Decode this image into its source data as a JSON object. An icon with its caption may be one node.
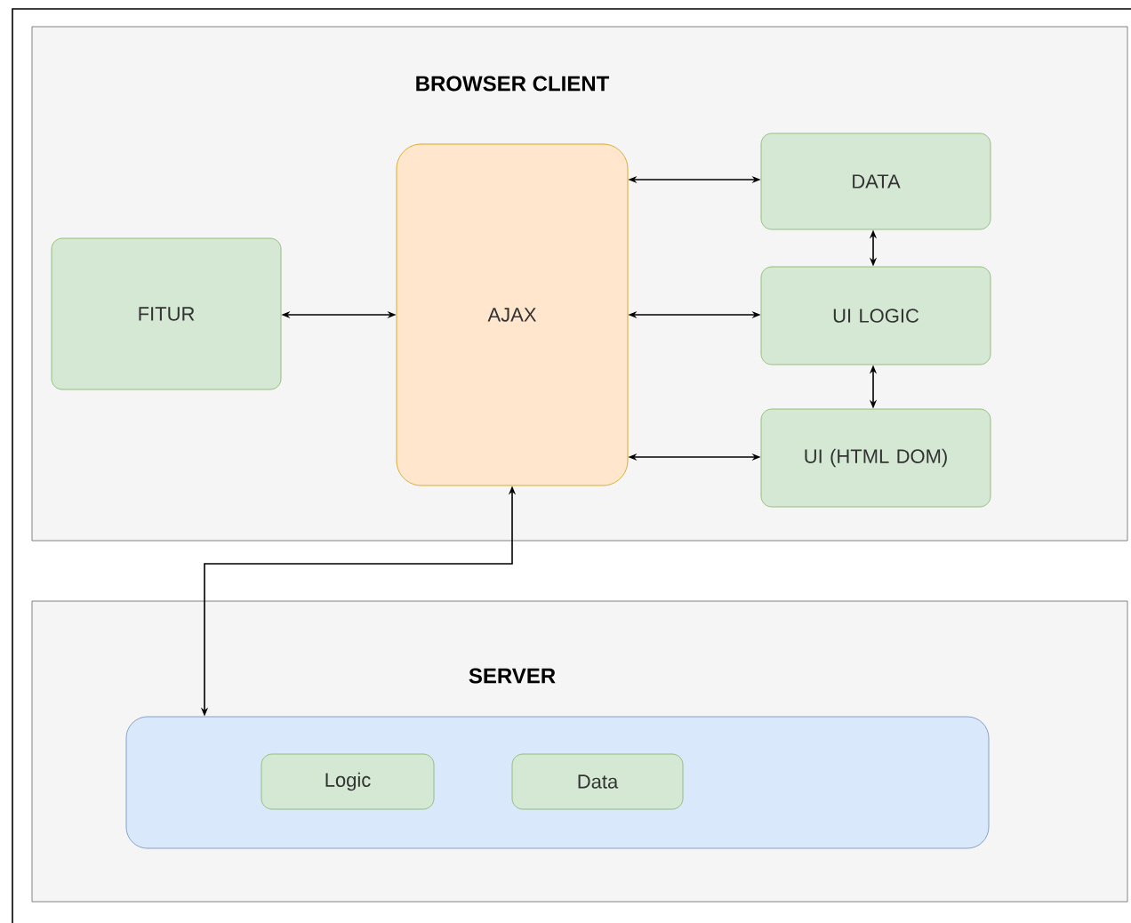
{
  "diagram": {
    "nodes": [
      {
        "text": [
          "BROWSER CLIENT"
        ]
      },
      {
        "text": [
          "FITUR"
        ],
        "in": 0
      },
      {
        "text": [
          "AJAX"
        ],
        "in": 0
      },
      {
        "text": [
          "DATA"
        ],
        "in": 0
      },
      {
        "text": [
          "UI LOGIC"
        ],
        "in": 0
      },
      {
        "text": [
          "UI (HTML DOM)"
        ],
        "in": 0
      },
      {
        "text": [
          "SERVER"
        ]
      },
      {
        "text": [],
        "shape": "box",
        "in": 6
      },
      {
        "text": [
          "Logic"
        ],
        "in": 7
      },
      {
        "text": [
          "Data"
        ],
        "in": 7
      }
    ],
    "edges": [
      {
        "from": 1,
        "to": 2,
        "arrow": "both"
      },
      {
        "from": 2,
        "to": 3,
        "arrow": "both"
      },
      {
        "from": 2,
        "to": 4,
        "arrow": "both"
      },
      {
        "from": 2,
        "to": 5,
        "arrow": "both"
      },
      {
        "from": 3,
        "to": 4,
        "arrow": "both"
      },
      {
        "from": 4,
        "to": 5,
        "arrow": "both"
      },
      {
        "from": 2,
        "to": 7,
        "arrow": "both"
      }
    ]
  }
}
